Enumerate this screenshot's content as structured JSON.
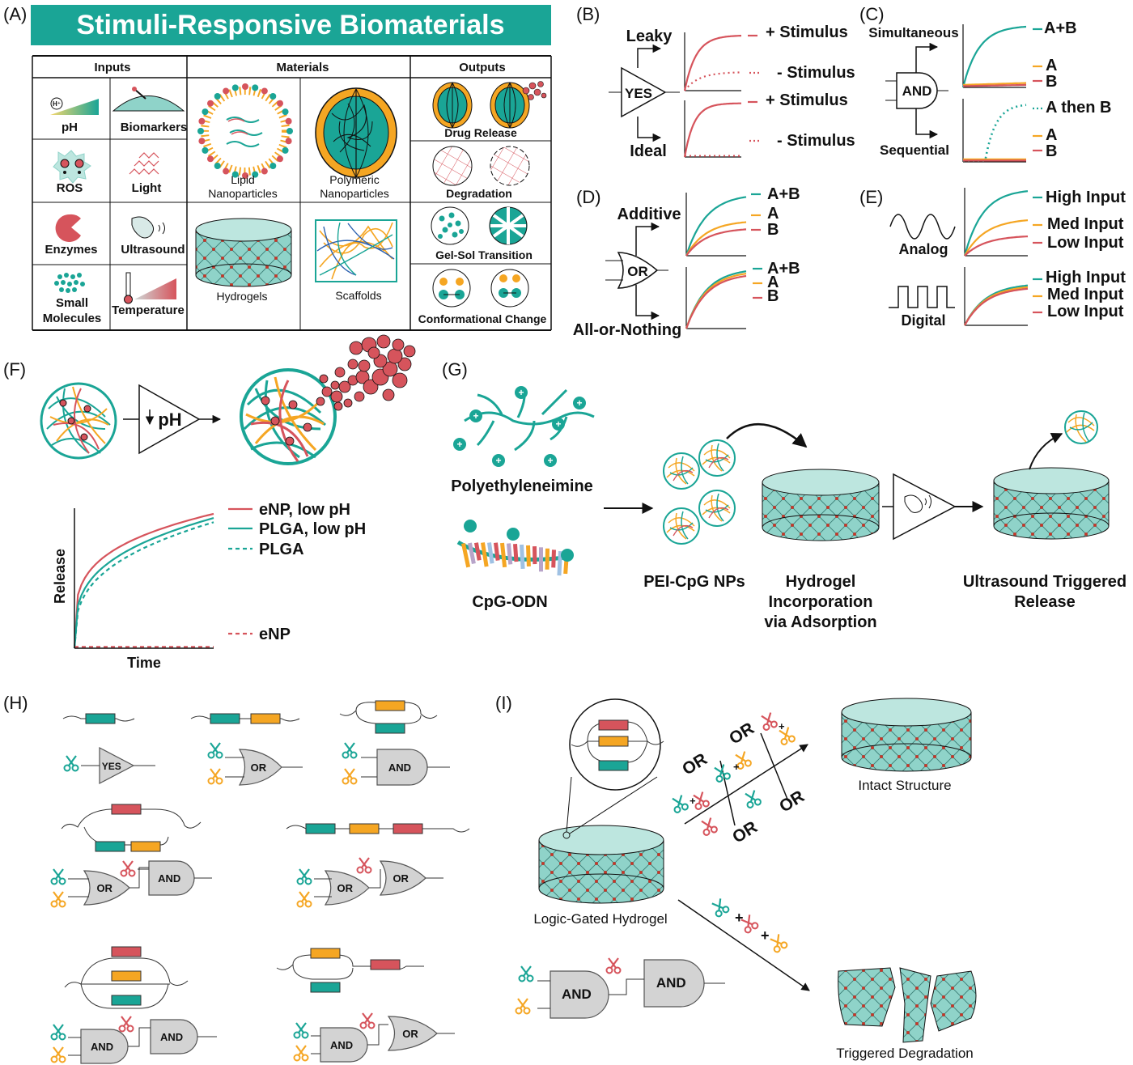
{
  "title": "Stimuli-Responsive Biomaterials",
  "panels": [
    "(A)",
    "(B)",
    "(C)",
    "(D)",
    "(E)",
    "(F)",
    "(G)",
    "(H)",
    "(I)"
  ],
  "colors": {
    "teal": "#1aa596",
    "red": "#d6545c",
    "orange": "#f5a623",
    "gray": "#d3d3d3",
    "light_teal": "#8fd3c9"
  },
  "panel_a": {
    "headers": [
      "Inputs",
      "Materials",
      "Outputs"
    ],
    "inputs": [
      "pH",
      "Biomarkers",
      "ROS",
      "Light",
      "Enzymes",
      "Ultrasound",
      "Small\nMolecules",
      "Temperature"
    ],
    "ph_symbol": "H⁺",
    "materials": [
      "Lipid\nNanoparticles",
      "Polymeric\nNanoparticles",
      "Hydrogels",
      "Scaffolds"
    ],
    "outputs": [
      "Drug Release",
      "Degradation",
      "Gel-Sol Transition",
      "Conformational Change"
    ]
  },
  "panel_b": {
    "gate": "YES",
    "top": "Leaky",
    "bottom": "Ideal",
    "plus": "+ Stimulus",
    "minus": "- Stimulus"
  },
  "panel_c": {
    "gate": "AND",
    "top": "Simultaneous",
    "bottom": "Sequential",
    "ab": "A+B",
    "a": "A",
    "b": "B",
    "athenb": "A then B"
  },
  "panel_d": {
    "gate": "OR",
    "top": "Additive",
    "bottom": "All-or-Nothing",
    "ab": "A+B",
    "a": "A",
    "b": "B"
  },
  "panel_e": {
    "top": "Analog",
    "bottom": "Digital",
    "high": "High Input",
    "med": "Med Input",
    "low": "Low Input"
  },
  "panel_f": {
    "gate": "pH",
    "ylabel": "Release",
    "xlabel": "Time",
    "legend": [
      "eNP, low pH",
      "PLGA, low pH",
      "PLGA",
      "eNP"
    ]
  },
  "panel_g": {
    "pei": "Polyethyleneimine",
    "cpg": "CpG-ODN",
    "nps": "PEI-CpG NPs",
    "incorp": "Hydrogel\nIncorporation\nvia Adsorption",
    "release": "Ultrasound Triggered\nRelease"
  },
  "panel_h": {
    "yes": "YES",
    "or": "OR",
    "and": "AND"
  },
  "panel_i": {
    "or": "OR",
    "and": "AND",
    "plus": "+",
    "logic": "Logic-Gated Hydrogel",
    "intact": "Intact Structure",
    "degrad": "Triggered Degradation"
  },
  "chart_data": [
    {
      "type": "line",
      "title": "",
      "xlabel": "",
      "ylabel": "",
      "panel": "(B) Leaky YES",
      "series": [
        {
          "name": "+ Stimulus",
          "style": "solid",
          "color": "#d6545c"
        },
        {
          "name": "- Stimulus",
          "style": "dotted",
          "color": "#d6545c"
        }
      ]
    },
    {
      "type": "line",
      "panel": "(B) Ideal YES",
      "series": [
        {
          "name": "+ Stimulus",
          "style": "solid",
          "color": "#d6545c"
        },
        {
          "name": "- Stimulus",
          "style": "dotted",
          "color": "#d6545c"
        }
      ]
    },
    {
      "type": "line",
      "panel": "(C) Simultaneous AND",
      "series": [
        {
          "name": "A+B",
          "color": "#1aa596"
        },
        {
          "name": "A",
          "color": "#f5a623"
        },
        {
          "name": "B",
          "color": "#d6545c"
        }
      ]
    },
    {
      "type": "line",
      "panel": "(C) Sequential AND",
      "series": [
        {
          "name": "A then B",
          "style": "dotted",
          "color": "#1aa596"
        },
        {
          "name": "A",
          "color": "#f5a623"
        },
        {
          "name": "B",
          "color": "#d6545c"
        }
      ]
    },
    {
      "type": "line",
      "panel": "(D) Additive OR",
      "series": [
        {
          "name": "A+B",
          "color": "#1aa596"
        },
        {
          "name": "A",
          "color": "#f5a623"
        },
        {
          "name": "B",
          "color": "#d6545c"
        }
      ]
    },
    {
      "type": "line",
      "panel": "(D) All-or-Nothing OR",
      "series": [
        {
          "name": "A+B",
          "color": "#1aa596"
        },
        {
          "name": "A",
          "color": "#f5a623"
        },
        {
          "name": "B",
          "color": "#d6545c"
        }
      ]
    },
    {
      "type": "line",
      "panel": "(E) Analog",
      "series": [
        {
          "name": "High Input",
          "color": "#1aa596"
        },
        {
          "name": "Med Input",
          "color": "#f5a623"
        },
        {
          "name": "Low Input",
          "color": "#d6545c"
        }
      ]
    },
    {
      "type": "line",
      "panel": "(E) Digital",
      "series": [
        {
          "name": "High Input",
          "color": "#1aa596"
        },
        {
          "name": "Med Input",
          "color": "#f5a623"
        },
        {
          "name": "Low Input",
          "color": "#d6545c"
        }
      ]
    },
    {
      "type": "line",
      "panel": "(F) Release",
      "xlabel": "Time",
      "ylabel": "Release",
      "series": [
        {
          "name": "eNP, low pH",
          "style": "solid",
          "color": "#d6545c"
        },
        {
          "name": "PLGA, low pH",
          "style": "solid",
          "color": "#1aa596"
        },
        {
          "name": "PLGA",
          "style": "dashed",
          "color": "#1aa596"
        },
        {
          "name": "eNP",
          "style": "dashed",
          "color": "#d6545c"
        }
      ]
    }
  ]
}
